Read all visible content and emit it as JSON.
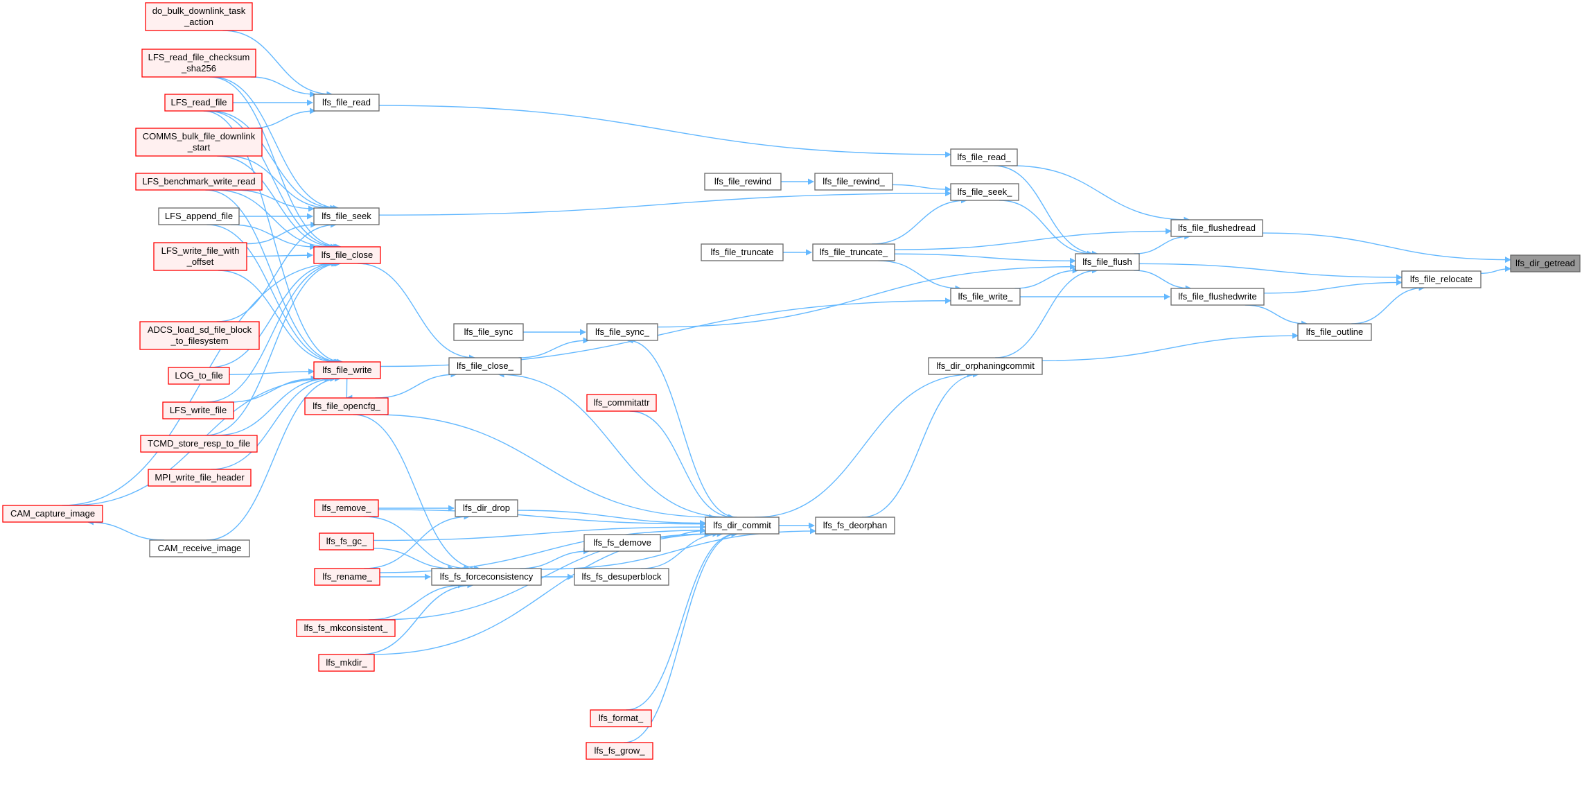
{
  "colors": {
    "edge": "#63b8ff",
    "normal_fill": "#ffffff",
    "normal_stroke": "#666666",
    "truncated_fill": "#fff0f0",
    "truncated_stroke": "#ff0000",
    "root_fill": "#999999",
    "root_stroke": "#666666"
  },
  "nodes": [
    {
      "id": "lfs_dir_getread",
      "lines": [
        "lfs_dir_getread"
      ],
      "kind": "root"
    },
    {
      "id": "lfs_file_relocate",
      "lines": [
        "lfs_file_relocate"
      ],
      "kind": "normal"
    },
    {
      "id": "lfs_file_flushedread",
      "lines": [
        "lfs_file_flushedread"
      ],
      "kind": "normal"
    },
    {
      "id": "lfs_file_flushedwrite",
      "lines": [
        "lfs_file_flushedwrite"
      ],
      "kind": "normal"
    },
    {
      "id": "lfs_file_outline",
      "lines": [
        "lfs_file_outline"
      ],
      "kind": "normal"
    },
    {
      "id": "lfs_file_read_",
      "lines": [
        "lfs_file_read_"
      ],
      "kind": "normal"
    },
    {
      "id": "lfs_file_seek_",
      "lines": [
        "lfs_file_seek_"
      ],
      "kind": "normal"
    },
    {
      "id": "lfs_file_flush",
      "lines": [
        "lfs_file_flush"
      ],
      "kind": "normal"
    },
    {
      "id": "lfs_file_write_",
      "lines": [
        "lfs_file_write_"
      ],
      "kind": "normal"
    },
    {
      "id": "lfs_dir_orphaningcommit",
      "lines": [
        "lfs_dir_orphaningcommit"
      ],
      "kind": "normal"
    },
    {
      "id": "lfs_file_rewind",
      "lines": [
        "lfs_file_rewind"
      ],
      "kind": "normal"
    },
    {
      "id": "lfs_file_rewind_",
      "lines": [
        "lfs_file_rewind_"
      ],
      "kind": "normal"
    },
    {
      "id": "lfs_file_truncate",
      "lines": [
        "lfs_file_truncate"
      ],
      "kind": "normal"
    },
    {
      "id": "lfs_file_truncate_",
      "lines": [
        "lfs_file_truncate_"
      ],
      "kind": "normal"
    },
    {
      "id": "lfs_file_sync",
      "lines": [
        "lfs_file_sync"
      ],
      "kind": "normal"
    },
    {
      "id": "lfs_file_sync_",
      "lines": [
        "lfs_file_sync_"
      ],
      "kind": "normal"
    },
    {
      "id": "lfs_file_close_",
      "lines": [
        "lfs_file_close_"
      ],
      "kind": "normal"
    },
    {
      "id": "lfs_commitattr",
      "lines": [
        "lfs_commitattr"
      ],
      "kind": "truncated"
    },
    {
      "id": "lfs_dir_drop",
      "lines": [
        "lfs_dir_drop"
      ],
      "kind": "normal"
    },
    {
      "id": "lfs_dir_commit",
      "lines": [
        "lfs_dir_commit"
      ],
      "kind": "normal"
    },
    {
      "id": "lfs_fs_deorphan",
      "lines": [
        "lfs_fs_deorphan"
      ],
      "kind": "normal"
    },
    {
      "id": "lfs_fs_demove",
      "lines": [
        "lfs_fs_demove"
      ],
      "kind": "normal"
    },
    {
      "id": "lfs_fs_desuperblock",
      "lines": [
        "lfs_fs_desuperblock"
      ],
      "kind": "normal"
    },
    {
      "id": "lfs_fs_forceconsistency",
      "lines": [
        "lfs_fs_forceconsistency"
      ],
      "kind": "normal"
    },
    {
      "id": "lfs_file_read",
      "lines": [
        "lfs_file_read"
      ],
      "kind": "normal"
    },
    {
      "id": "lfs_file_seek",
      "lines": [
        "lfs_file_seek"
      ],
      "kind": "normal"
    },
    {
      "id": "lfs_file_close",
      "lines": [
        "lfs_file_close"
      ],
      "kind": "truncated"
    },
    {
      "id": "lfs_file_write",
      "lines": [
        "lfs_file_write"
      ],
      "kind": "truncated"
    },
    {
      "id": "lfs_file_opencfg_",
      "lines": [
        "lfs_file_opencfg_"
      ],
      "kind": "truncated"
    },
    {
      "id": "lfs_remove_",
      "lines": [
        "lfs_remove_"
      ],
      "kind": "truncated"
    },
    {
      "id": "lfs_fs_gc_",
      "lines": [
        "lfs_fs_gc_"
      ],
      "kind": "truncated"
    },
    {
      "id": "lfs_rename_",
      "lines": [
        "lfs_rename_"
      ],
      "kind": "truncated"
    },
    {
      "id": "lfs_fs_mkconsistent_",
      "lines": [
        "lfs_fs_mkconsistent_"
      ],
      "kind": "truncated"
    },
    {
      "id": "lfs_mkdir_",
      "lines": [
        "lfs_mkdir_"
      ],
      "kind": "truncated"
    },
    {
      "id": "lfs_format_",
      "lines": [
        "lfs_format_"
      ],
      "kind": "truncated"
    },
    {
      "id": "lfs_fs_grow_",
      "lines": [
        "lfs_fs_grow_"
      ],
      "kind": "truncated"
    },
    {
      "id": "do_bulk_downlink_task_action",
      "lines": [
        "do_bulk_downlink_task",
        "_action"
      ],
      "kind": "truncated"
    },
    {
      "id": "LFS_read_file_checksum_sha256",
      "lines": [
        "LFS_read_file_checksum",
        "_sha256"
      ],
      "kind": "truncated"
    },
    {
      "id": "LFS_read_file",
      "lines": [
        "LFS_read_file"
      ],
      "kind": "truncated"
    },
    {
      "id": "COMMS_bulk_file_downlink_start",
      "lines": [
        "COMMS_bulk_file_downlink",
        "_start"
      ],
      "kind": "truncated"
    },
    {
      "id": "LFS_benchmark_write_read",
      "lines": [
        "LFS_benchmark_write_read"
      ],
      "kind": "truncated"
    },
    {
      "id": "LFS_append_file",
      "lines": [
        "LFS_append_file"
      ],
      "kind": "normal"
    },
    {
      "id": "LFS_write_file_with_offset",
      "lines": [
        "LFS_write_file_with",
        "_offset"
      ],
      "kind": "truncated"
    },
    {
      "id": "ADCS_load_sd_file_block_to_filesystem",
      "lines": [
        "ADCS_load_sd_file_block",
        "_to_filesystem"
      ],
      "kind": "truncated"
    },
    {
      "id": "LOG_to_file",
      "lines": [
        "LOG_to_file"
      ],
      "kind": "truncated"
    },
    {
      "id": "LFS_write_file",
      "lines": [
        "LFS_write_file"
      ],
      "kind": "truncated"
    },
    {
      "id": "TCMD_store_resp_to_file",
      "lines": [
        "TCMD_store_resp_to_file"
      ],
      "kind": "truncated"
    },
    {
      "id": "MPI_write_file_header",
      "lines": [
        "MPI_write_file_header"
      ],
      "kind": "truncated"
    },
    {
      "id": "CAM_capture_image",
      "lines": [
        "CAM_capture_image"
      ],
      "kind": "truncated"
    },
    {
      "id": "CAM_receive_image",
      "lines": [
        "CAM_receive_image"
      ],
      "kind": "normal"
    }
  ],
  "edges": [
    [
      "lfs_file_relocate",
      "lfs_dir_getread"
    ],
    [
      "lfs_file_flushedread",
      "lfs_dir_getread"
    ],
    [
      "lfs_file_flush",
      "lfs_file_relocate"
    ],
    [
      "lfs_file_flushedwrite",
      "lfs_file_relocate"
    ],
    [
      "lfs_file_outline",
      "lfs_file_relocate"
    ],
    [
      "lfs_file_read_",
      "lfs_file_flushedread"
    ],
    [
      "lfs_file_flush",
      "lfs_file_flushedread"
    ],
    [
      "lfs_file_truncate_",
      "lfs_file_flushedread"
    ],
    [
      "lfs_file_flush",
      "lfs_file_flushedwrite"
    ],
    [
      "lfs_file_write_",
      "lfs_file_flushedwrite"
    ],
    [
      "lfs_file_flushedwrite",
      "lfs_file_outline"
    ],
    [
      "lfs_dir_orphaningcommit",
      "lfs_file_outline"
    ],
    [
      "lfs_file_read",
      "lfs_file_read_"
    ],
    [
      "lfs_file_read_",
      "lfs_file_flush"
    ],
    [
      "lfs_file_seek_",
      "lfs_file_flush"
    ],
    [
      "lfs_file_truncate_",
      "lfs_file_flush"
    ],
    [
      "lfs_file_write_",
      "lfs_file_flush"
    ],
    [
      "lfs_file_sync_",
      "lfs_file_flush"
    ],
    [
      "lfs_dir_orphaningcommit",
      "lfs_file_flush"
    ],
    [
      "lfs_file_rewind",
      "lfs_file_rewind_"
    ],
    [
      "lfs_file_rewind_",
      "lfs_file_seek_"
    ],
    [
      "lfs_file_seek",
      "lfs_file_seek_"
    ],
    [
      "lfs_file_truncate_",
      "lfs_file_seek_"
    ],
    [
      "lfs_file_truncate",
      "lfs_file_truncate_"
    ],
    [
      "lfs_file_truncate_",
      "lfs_file_write_"
    ],
    [
      "lfs_file_write",
      "lfs_file_write_"
    ],
    [
      "lfs_dir_commit",
      "lfs_dir_orphaningcommit"
    ],
    [
      "lfs_fs_deorphan",
      "lfs_dir_orphaningcommit"
    ],
    [
      "lfs_file_sync",
      "lfs_file_sync_"
    ],
    [
      "lfs_file_close_",
      "lfs_file_sync_"
    ],
    [
      "lfs_dir_commit",
      "lfs_file_sync_"
    ],
    [
      "lfs_file_close",
      "lfs_file_close_"
    ],
    [
      "lfs_file_opencfg_",
      "lfs_file_close_"
    ],
    [
      "lfs_dir_commit",
      "lfs_file_close_"
    ],
    [
      "lfs_dir_commit",
      "lfs_fs_deorphan"
    ],
    [
      "lfs_fs_forceconsistency",
      "lfs_fs_deorphan"
    ],
    [
      "lfs_dir_drop",
      "lfs_dir_commit"
    ],
    [
      "lfs_fs_demove",
      "lfs_dir_commit"
    ],
    [
      "lfs_fs_desuperblock",
      "lfs_dir_commit"
    ],
    [
      "lfs_commitattr",
      "lfs_dir_commit"
    ],
    [
      "lfs_file_opencfg_",
      "lfs_dir_commit"
    ],
    [
      "lfs_remove_",
      "lfs_dir_commit"
    ],
    [
      "lfs_fs_gc_",
      "lfs_dir_commit"
    ],
    [
      "lfs_rename_",
      "lfs_dir_commit"
    ],
    [
      "lfs_fs_mkconsistent_",
      "lfs_dir_commit"
    ],
    [
      "lfs_mkdir_",
      "lfs_dir_commit"
    ],
    [
      "lfs_format_",
      "lfs_dir_commit"
    ],
    [
      "lfs_fs_grow_",
      "lfs_dir_commit"
    ],
    [
      "lfs_remove_",
      "lfs_dir_drop"
    ],
    [
      "lfs_rename_",
      "lfs_dir_drop"
    ],
    [
      "lfs_fs_forceconsistency",
      "lfs_fs_demove"
    ],
    [
      "lfs_fs_forceconsistency",
      "lfs_fs_desuperblock"
    ],
    [
      "lfs_file_opencfg_",
      "lfs_fs_forceconsistency"
    ],
    [
      "lfs_remove_",
      "lfs_fs_forceconsistency"
    ],
    [
      "lfs_fs_gc_",
      "lfs_fs_forceconsistency"
    ],
    [
      "lfs_rename_",
      "lfs_fs_forceconsistency"
    ],
    [
      "lfs_fs_mkconsistent_",
      "lfs_fs_forceconsistency"
    ],
    [
      "lfs_mkdir_",
      "lfs_fs_forceconsistency"
    ],
    [
      "lfs_file_write",
      "lfs_file_opencfg_"
    ],
    [
      "do_bulk_downlink_task_action",
      "lfs_file_read"
    ],
    [
      "LFS_read_file_checksum_sha256",
      "lfs_file_read"
    ],
    [
      "LFS_read_file",
      "lfs_file_read"
    ],
    [
      "COMMS_bulk_file_downlink_start",
      "lfs_file_read"
    ],
    [
      "LFS_read_file_checksum_sha256",
      "lfs_file_seek"
    ],
    [
      "LFS_read_file",
      "lfs_file_seek"
    ],
    [
      "COMMS_bulk_file_downlink_start",
      "lfs_file_seek"
    ],
    [
      "LFS_benchmark_write_read",
      "lfs_file_seek"
    ],
    [
      "LFS_append_file",
      "lfs_file_seek"
    ],
    [
      "LFS_write_file_with_offset",
      "lfs_file_seek"
    ],
    [
      "ADCS_load_sd_file_block_to_filesystem",
      "lfs_file_seek"
    ],
    [
      "LFS_read_file_checksum_sha256",
      "lfs_file_close"
    ],
    [
      "LFS_read_file",
      "lfs_file_close"
    ],
    [
      "COMMS_bulk_file_downlink_start",
      "lfs_file_close"
    ],
    [
      "LFS_benchmark_write_read",
      "lfs_file_close"
    ],
    [
      "LFS_append_file",
      "lfs_file_close"
    ],
    [
      "LFS_write_file_with_offset",
      "lfs_file_close"
    ],
    [
      "LOG_to_file",
      "lfs_file_close"
    ],
    [
      "LFS_write_file",
      "lfs_file_close"
    ],
    [
      "TCMD_store_resp_to_file",
      "lfs_file_close"
    ],
    [
      "CAM_capture_image",
      "lfs_file_close"
    ],
    [
      "LFS_benchmark_write_read",
      "lfs_file_write"
    ],
    [
      "LFS_append_file",
      "lfs_file_write"
    ],
    [
      "LFS_write_file_with_offset",
      "lfs_file_write"
    ],
    [
      "LOG_to_file",
      "lfs_file_write"
    ],
    [
      "LFS_write_file",
      "lfs_file_write"
    ],
    [
      "TCMD_store_resp_to_file",
      "lfs_file_write"
    ],
    [
      "MPI_write_file_header",
      "lfs_file_write"
    ],
    [
      "CAM_capture_image",
      "lfs_file_write"
    ],
    [
      "CAM_receive_image",
      "lfs_file_write"
    ],
    [
      "LFS_read_file",
      "lfs_file_write"
    ],
    [
      "CAM_receive_image",
      "CAM_capture_image"
    ]
  ]
}
